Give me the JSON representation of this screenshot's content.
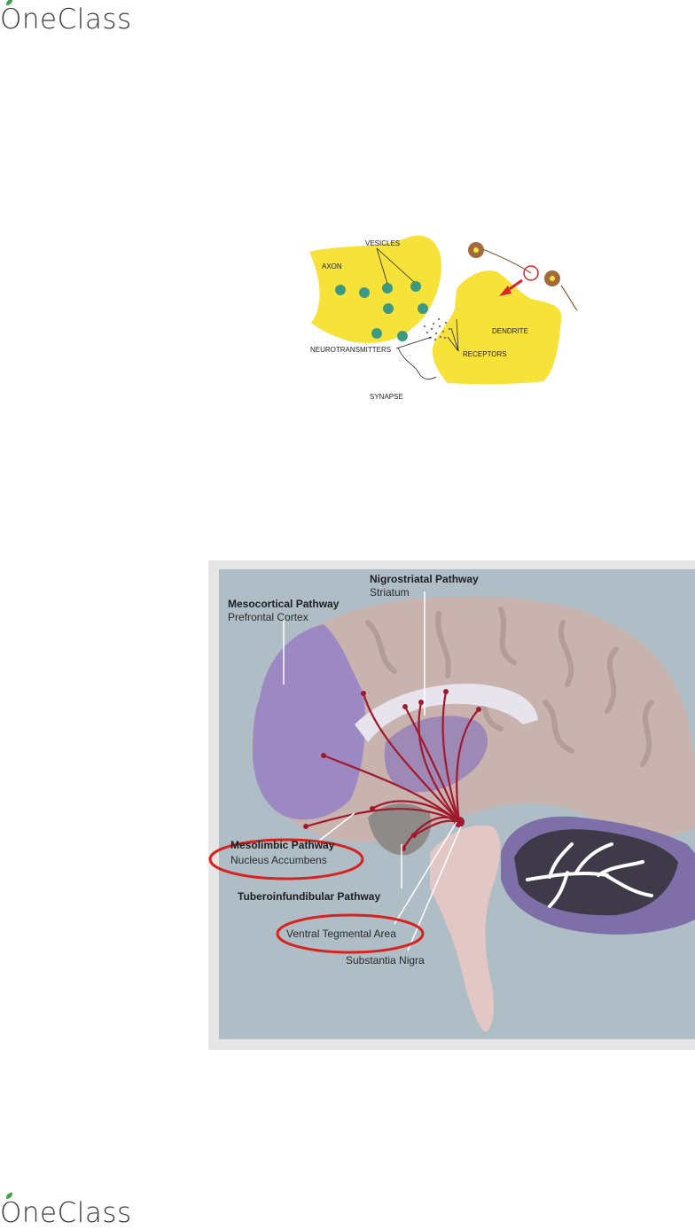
{
  "brand": {
    "logo_text": "OneClass",
    "leaf_color": "#3aa54a"
  },
  "synapse_diagram": {
    "labels": {
      "vesicles": "VESICLES",
      "axon": "AXON",
      "dendrite": "DENDRITE",
      "neurotransmitters": "NEUROTRANSMITTERS",
      "receptors": "RECEPTORS",
      "synapse": "SYNAPSE"
    },
    "colors": {
      "cell": "#f7e23a",
      "vesicle": "#3d9a82",
      "arrow": "#d9262b"
    }
  },
  "brain_diagram": {
    "pathways": [
      {
        "name": "Nigrostriatal Pathway",
        "region": "Striatum"
      },
      {
        "name": "Mesocortical Pathway",
        "region": "Prefrontal Cortex"
      },
      {
        "name": "Mesolimbic Pathway",
        "region": "Nucleus Accumbens"
      },
      {
        "name": "Tuberoinfundibular Pathway",
        "region": ""
      }
    ],
    "other_labels": {
      "vta": "Ventral Tegmental Area",
      "sn": "Substantia Nigra"
    },
    "colors": {
      "background": "#aebdc6",
      "cortex": "#c9b3ae",
      "limbic": "#9c88c2",
      "arrows": "#a1192d",
      "highlight": "#d8221d"
    }
  }
}
